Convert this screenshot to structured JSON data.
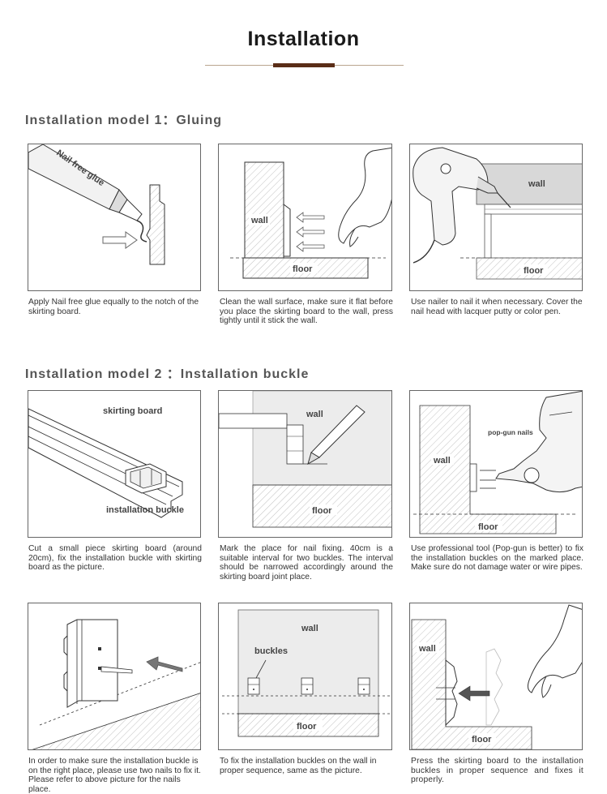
{
  "page": {
    "title": "Installation",
    "accent_color": "#5a2d17",
    "rule_color": "#b9a58f"
  },
  "model1": {
    "heading": "Installation model 1：Gluing",
    "steps": [
      {
        "caption": "Apply Nail free glue equally to the notch of the skirting board.",
        "labels": {
          "glue": "Nail free glue"
        },
        "icons": [
          "glue-tube-icon",
          "arrow-icon"
        ]
      },
      {
        "caption": "Clean the wall surface, make sure it flat before you place the skirting board to the wall, press tightly until it stick the wall.",
        "labels": {
          "wall": "wall",
          "floor": "floor"
        },
        "icons": [
          "hand-icon",
          "arrow-icon"
        ]
      },
      {
        "caption": "Use nailer to nail it when necessary. Cover the nail head with lacquer putty or color pen.",
        "labels": {
          "wall": "wall",
          "floor": "floor"
        },
        "icons": [
          "nail-gun-icon"
        ]
      }
    ]
  },
  "model2": {
    "heading": "Installation model 2 ：Installation buckle",
    "steps": [
      {
        "caption": "Cut a small piece skirting board (around 20cm), fix the installation buckle with skirting board as the picture.",
        "labels": {
          "board": "skirting board",
          "buckle": "installation buckle"
        },
        "icons": [
          "skirting-board-icon"
        ]
      },
      {
        "caption": "Mark the place for nail fixing. 40cm is a suitable interval for two buckles. The interval should be narrowed accordingly around the skirting board joint place.",
        "labels": {
          "wall": "wall",
          "floor": "floor"
        },
        "icons": [
          "pencil-icon"
        ]
      },
      {
        "caption": "Use professional tool (Pop-gun is better) to fix the installation buckles on the marked place. Make sure do not damage water or wire pipes.",
        "labels": {
          "nails": "pop-gun nails",
          "wall": "wall",
          "floor": "floor"
        },
        "icons": [
          "pop-gun-icon",
          "arrow-icon"
        ]
      },
      {
        "caption": "In order to make sure the installation buckle is on the right place, please use two nails to fix it. Please refer to above picture for the nails place.",
        "labels": {},
        "icons": [
          "buckle-icon",
          "nail-icon",
          "arrow-icon"
        ]
      },
      {
        "caption": "To fix the installation buckles on the wall in proper sequence, same as the picture.",
        "labels": {
          "wall": "wall",
          "buckles": "buckles",
          "floor": "floor"
        },
        "icons": [
          "buckle-icon"
        ]
      },
      {
        "caption": "Press the skirting board to the installation buckles in proper sequence and fixes it properly.",
        "labels": {
          "wall": "wall",
          "floor": "floor"
        },
        "icons": [
          "hand-icon",
          "arrow-icon"
        ]
      }
    ]
  }
}
